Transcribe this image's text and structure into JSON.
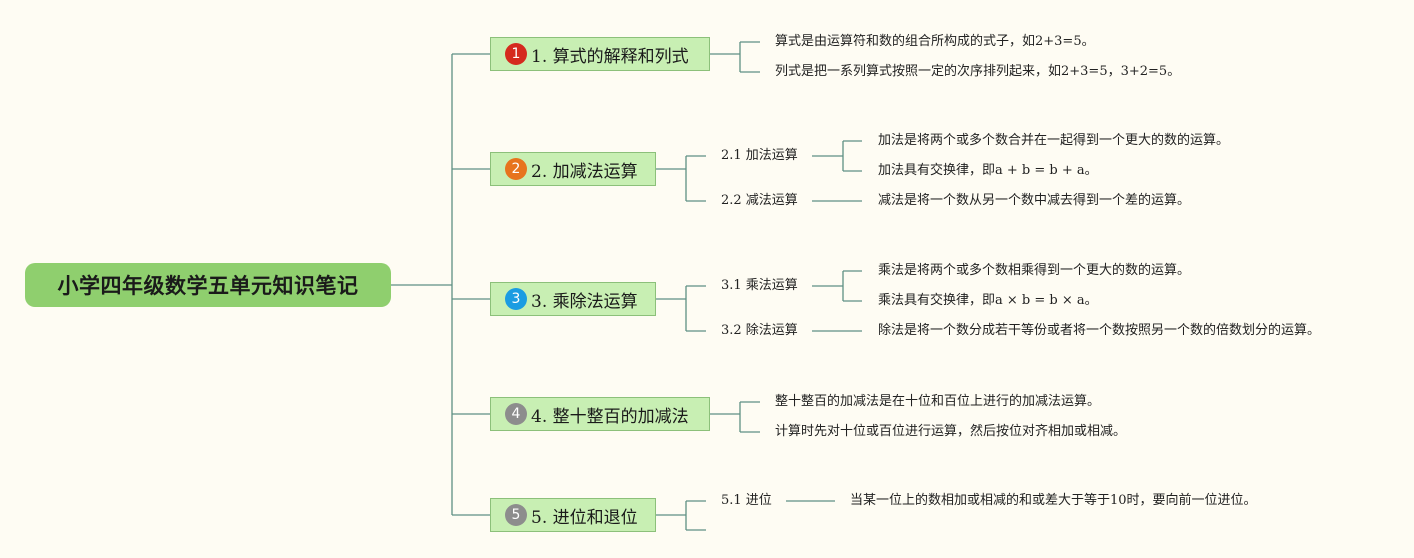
{
  "root": {
    "title": "小学四年级数学五单元知识笔记"
  },
  "colors": {
    "line": "#5e8f84",
    "badges": [
      "#d52a1e",
      "#e7741d",
      "#1b9ce2",
      "#8d8d8d",
      "#8d8d8d"
    ]
  },
  "branches": [
    {
      "number": "1",
      "label": "1. 算式的解释和列式",
      "notes": [
        "算式是由运算符和数的组合所构成的式子，如2+3=5。",
        "列式是把一系列算式按照一定的次序排列起来，如2+3=5，3+2=5。"
      ]
    },
    {
      "number": "2",
      "label": "2. 加减法运算",
      "subs": [
        {
          "label": "2.1 加法运算",
          "notes": [
            "加法是将两个或多个数合并在一起得到一个更大的数的运算。",
            "加法具有交换律，即a + b = b + a。"
          ]
        },
        {
          "label": "2.2 减法运算",
          "notes": [
            "减法是将一个数从另一个数中减去得到一个差的运算。"
          ]
        }
      ]
    },
    {
      "number": "3",
      "label": "3. 乘除法运算",
      "subs": [
        {
          "label": "3.1 乘法运算",
          "notes": [
            "乘法是将两个或多个数相乘得到一个更大的数的运算。",
            "乘法具有交换律，即a × b = b × a。"
          ]
        },
        {
          "label": "3.2 除法运算",
          "notes": [
            "除法是将一个数分成若干等份或者将一个数按照另一个数的倍数划分的运算。"
          ]
        }
      ]
    },
    {
      "number": "4",
      "label": "4. 整十整百的加减法",
      "notes": [
        "整十整百的加减法是在十位和百位上进行的加减法运算。",
        "计算时先对十位或百位进行运算，然后按位对齐相加或相减。"
      ]
    },
    {
      "number": "5",
      "label": "5. 进位和退位",
      "subs": [
        {
          "label": "5.1 进位",
          "notes": [
            "当某一位上的数相加或相减的和或差大于等于10时，要向前一位进位。"
          ]
        },
        {
          "label": "",
          "notes": []
        }
      ]
    }
  ]
}
